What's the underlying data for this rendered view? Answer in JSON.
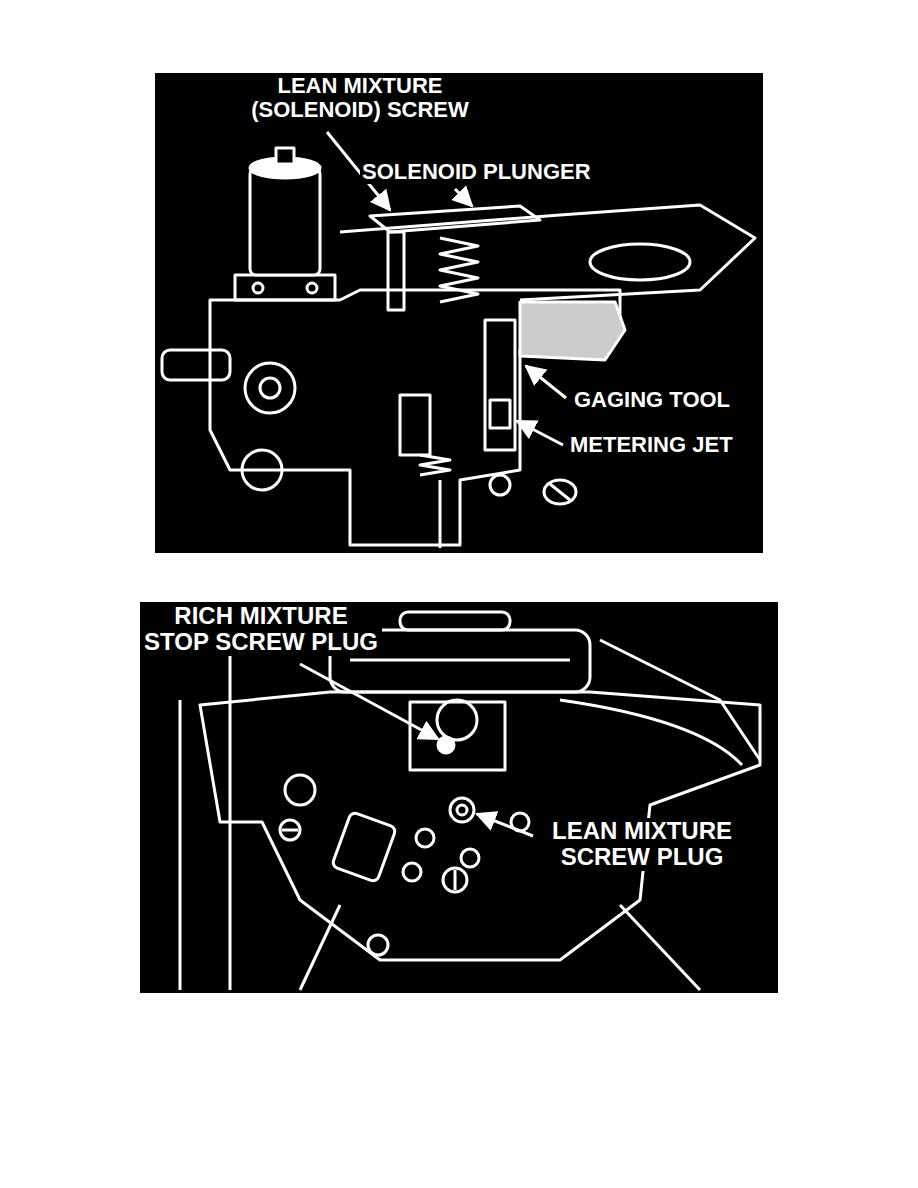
{
  "diagram": {
    "labels": [
      "LEAN MIXTURE (SOLENOID) SCREW",
      "SOLENOID PLUNGER",
      "GAGING TOOL",
      "METERING JET",
      "RICH MIXTURE STOP SCREW PLUG",
      "LEAN MIXTURE SCREW PLUG"
    ]
  }
}
